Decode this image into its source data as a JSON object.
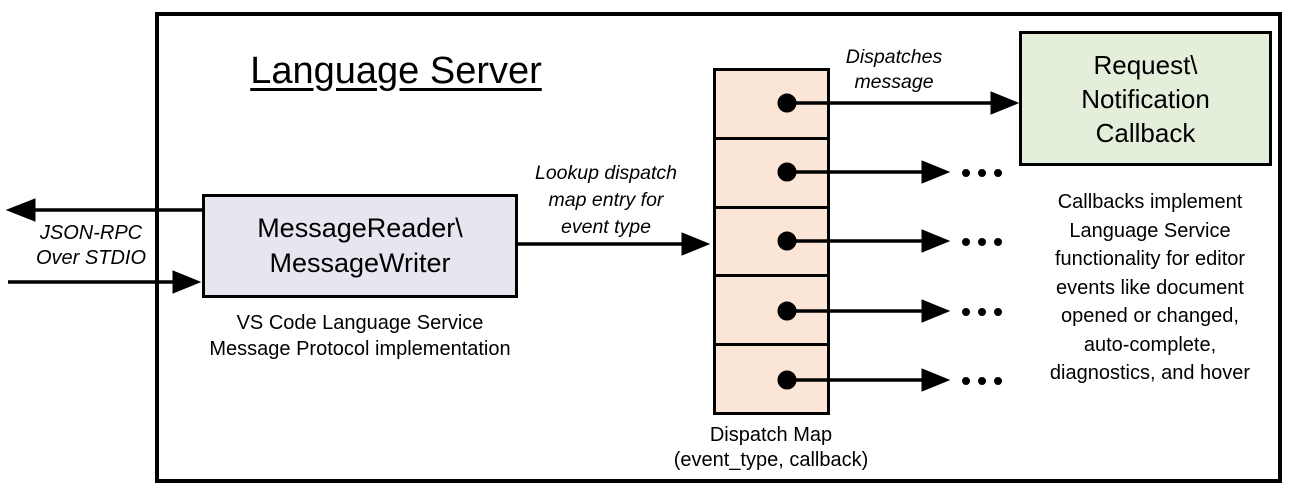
{
  "header": {
    "title": "Language Server"
  },
  "io": {
    "label_line1": "JSON-RPC",
    "label_line2": "Over STDIO"
  },
  "reader": {
    "title_line1": "MessageReader\\",
    "title_line2": "MessageWriter",
    "caption_line1": "VS Code Language Service",
    "caption_line2": "Message Protocol implementation"
  },
  "lookup": {
    "line1": "Lookup dispatch",
    "line2": "map entry for",
    "line3": "event type"
  },
  "dispatch_map": {
    "label_line1": "Dispatch Map",
    "label_line2": "(event_type, callback)",
    "slot_count": 5
  },
  "dispatches": {
    "line1": "Dispatches",
    "line2": "message"
  },
  "callback": {
    "line1": "Request\\",
    "line2": "Notification",
    "line3": "Callback"
  },
  "note": {
    "lines": [
      "Callbacks implement",
      "Language Service",
      "functionality for editor",
      "events like document",
      "opened or changed,",
      "auto-complete,",
      "diagnostics, and hover"
    ]
  },
  "colors": {
    "background": "#FFFFFF",
    "line": "#000000",
    "reader_fill": "#E7E6F0",
    "map_fill": "#FBE5D6",
    "callback_fill": "#E4EFDB"
  },
  "icons": [
    "left-arrow-icon",
    "right-arrow-icon",
    "slot-dot-icon",
    "ellipsis-icon"
  ]
}
